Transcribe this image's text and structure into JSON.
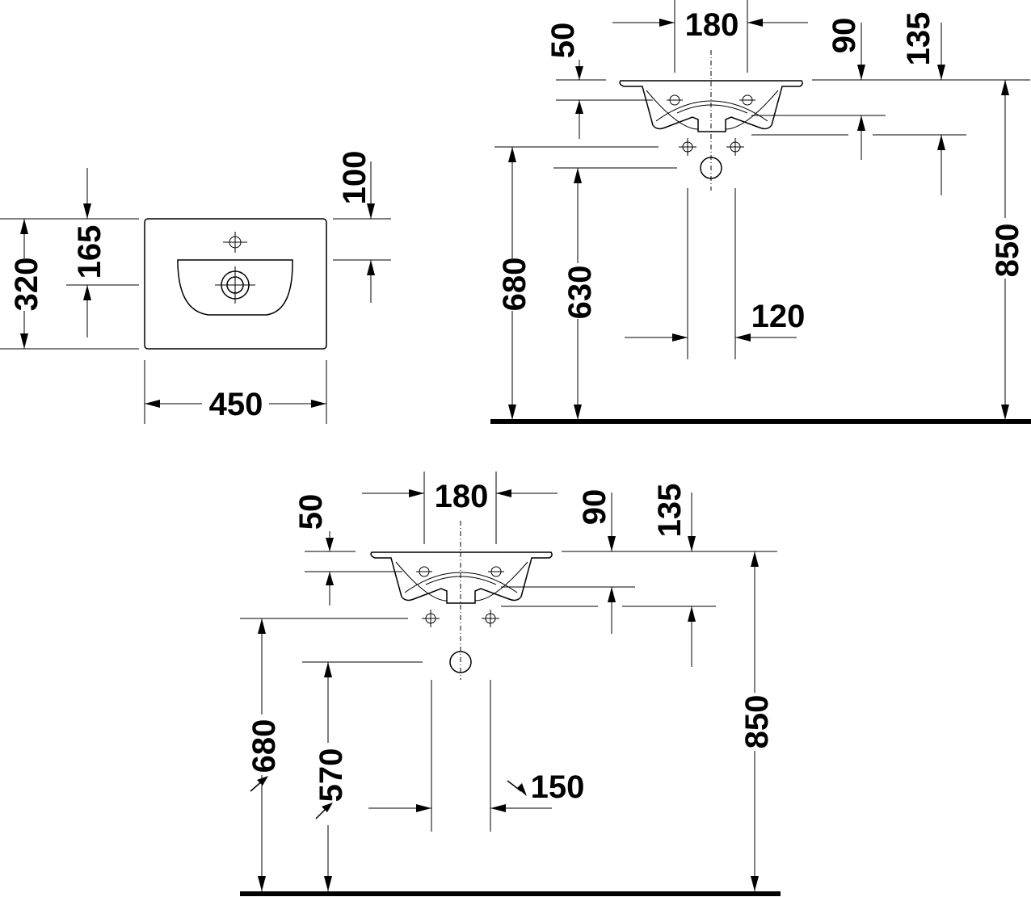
{
  "colors": {
    "line": "#000000",
    "background": "#ffffff"
  },
  "plan_view": {
    "width": "450",
    "depth": "320",
    "tap_offset": "165",
    "bowl_offset": "100"
  },
  "elevation_top": {
    "tap_spacing": "180",
    "rim_to_tap": "50",
    "rim_to_bowl": "90",
    "rim_to_outlet": "135",
    "floor_to_supply": "680",
    "floor_to_waste": "630",
    "waste_width": "120",
    "floor_to_rim": "850"
  },
  "elevation_bottom": {
    "tap_spacing": "180",
    "rim_to_tap": "50",
    "rim_to_bowl": "90",
    "rim_to_outlet": "135",
    "floor_to_supply": "680",
    "floor_to_waste": "570",
    "waste_width": "150",
    "floor_to_rim": "850"
  }
}
